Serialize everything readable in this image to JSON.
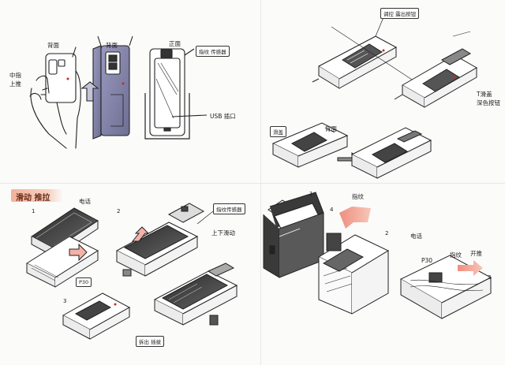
{
  "section_title": "滑动 推拉",
  "annotations": {
    "tl_front": "背面",
    "tl_back": "背面",
    "tl_front2": "正面",
    "tl_finger": "中指\n上推",
    "tl_fingerprint": "指纹 传感器",
    "tl_usb": "USB 插口",
    "tr_top": "调控 露出按钮",
    "tr_back": "背面",
    "tr_slide": "滑盖",
    "tr_right": "T滑盖\n深色按钮",
    "bl_phone": "电话",
    "bl_sensor": "指纹传感器",
    "bl_updown": "上下滑动",
    "bl_p30": "P30",
    "bl_detach": "拆出 插拔",
    "br_fingerprint": "指纹",
    "br_phone": "电话",
    "br_fp2": "指纹",
    "br_p30": "P30",
    "br_open": "开推"
  },
  "numbers": {
    "n1": "1",
    "n2": "2",
    "n3": "3",
    "n4": "1",
    "n5": "2",
    "n6": "3",
    "n7": "4"
  },
  "colors": {
    "marker_gray": "#8f8fb0",
    "marker_dark": "#3a3a3a",
    "accent_pink": "#f3b3a8",
    "accent_red": "#c62828"
  }
}
